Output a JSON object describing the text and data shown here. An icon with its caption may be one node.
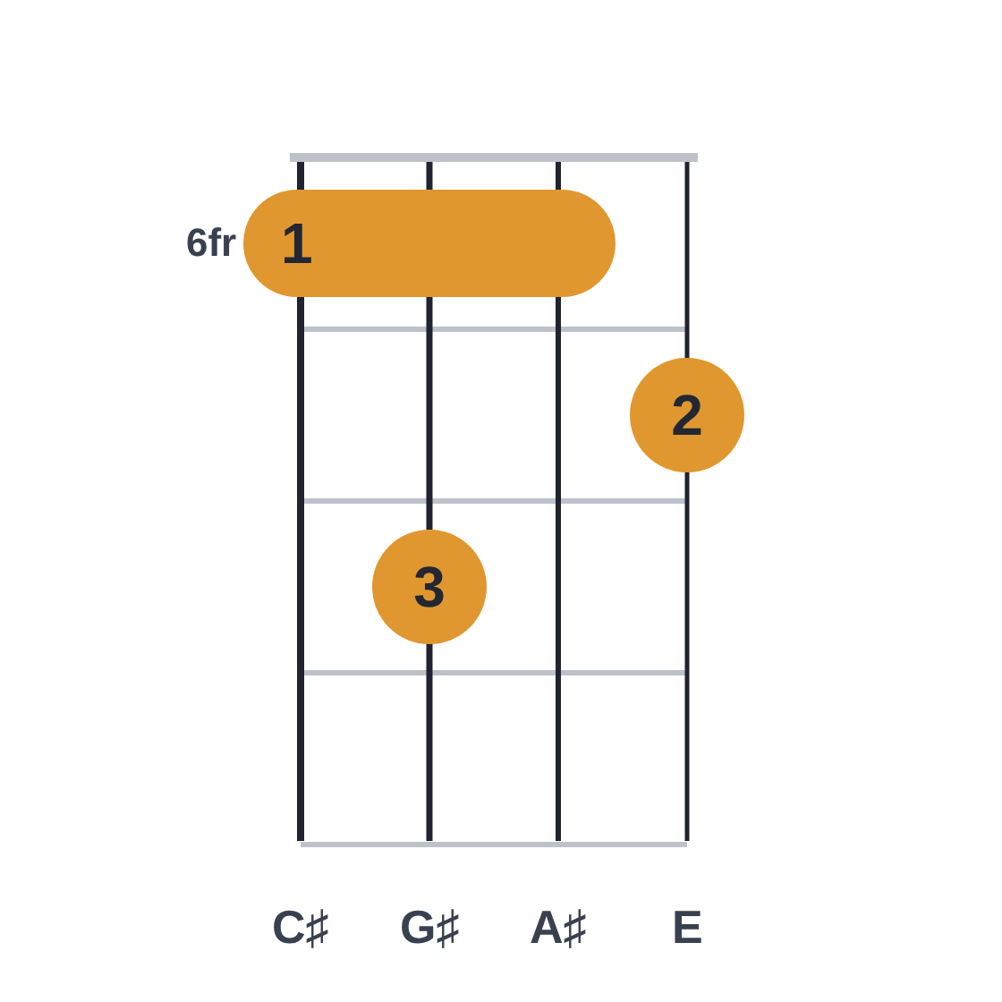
{
  "diagram": {
    "nodes": [
      {
        "text": [
          "1"
        ]
      },
      {
        "text": [
          "2"
        ]
      },
      {
        "text": [
          "3"
        ]
      }
    ],
    "labels": [
      "6fr",
      "C♯",
      "G♯",
      "A♯",
      "E"
    ]
  }
}
